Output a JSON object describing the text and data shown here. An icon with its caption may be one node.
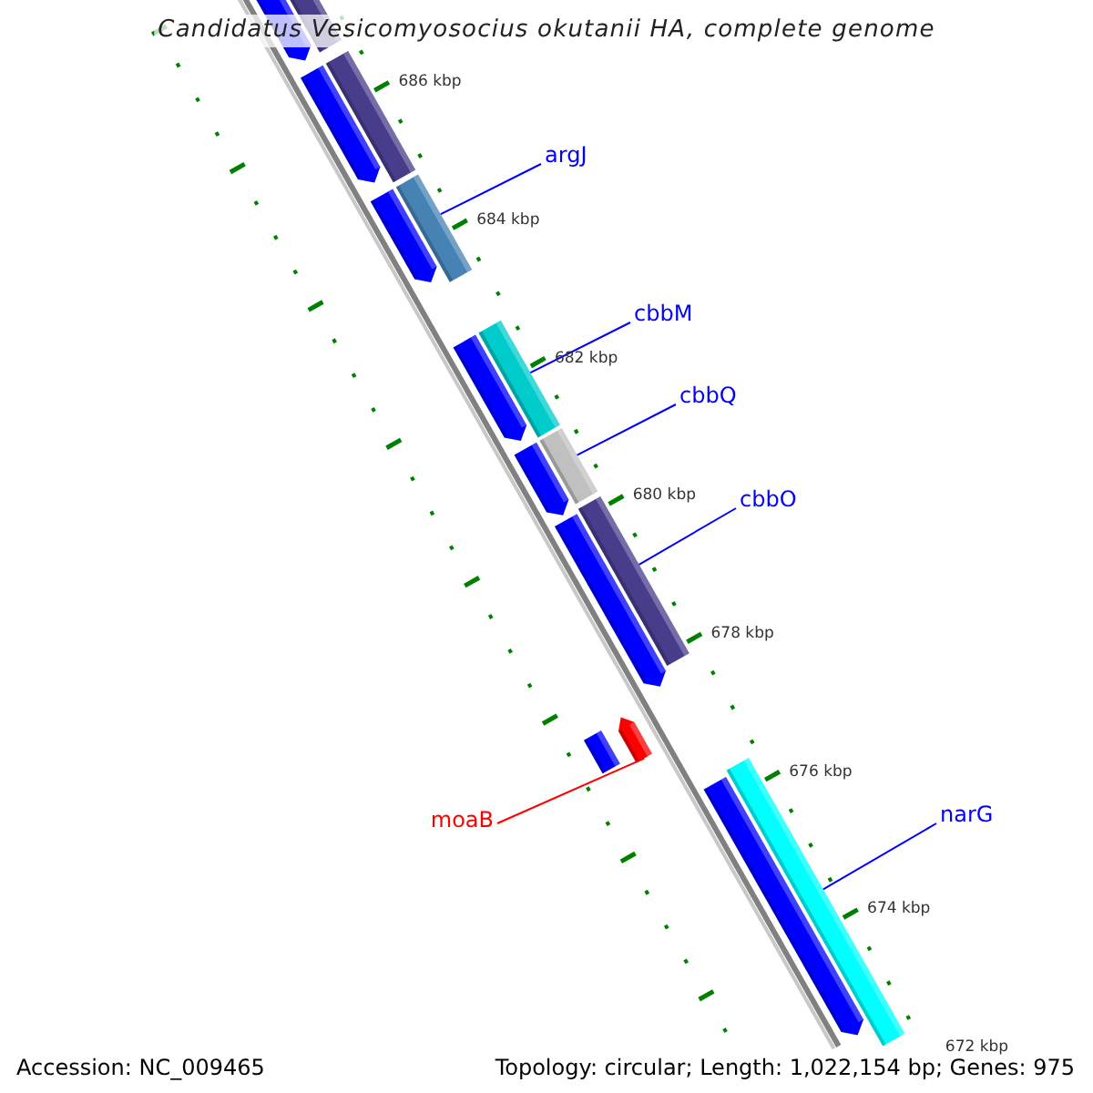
{
  "diagram": {
    "title": "Candidatus Vesicomyosocius okutanii HA, complete genome",
    "nodes": [
      {
        "text": [
          "argJ"
        ]
      },
      {
        "text": [],
        "shape": "bar"
      },
      {
        "text": [
          "cbbM"
        ]
      },
      {
        "text": [],
        "shape": "bar"
      },
      {
        "text": [
          "cbbQ"
        ]
      },
      {
        "text": [],
        "shape": "bar"
      },
      {
        "text": [
          "cbbO"
        ]
      },
      {
        "text": [],
        "shape": "bar"
      },
      {
        "text": [
          "moaB"
        ]
      },
      {
        "text": [],
        "shape": "bar"
      },
      {
        "text": [
          "narG"
        ]
      },
      {
        "text": [],
        "shape": "bar"
      }
    ],
    "edges": [
      {
        "from": 0,
        "to": 1,
        "arrow": "none"
      },
      {
        "from": 2,
        "to": 3,
        "arrow": "none"
      },
      {
        "from": 4,
        "to": 5,
        "arrow": "none"
      },
      {
        "from": 6,
        "to": 7,
        "arrow": "none"
      },
      {
        "from": 8,
        "to": 9,
        "arrow": "none",
        "color": "#ff0000"
      },
      {
        "from": 10,
        "to": 11,
        "arrow": "none"
      }
    ],
    "labels": [
      "686 kbp",
      "684 kbp",
      "682 kbp",
      "680 kbp",
      "678 kbp",
      "676 kbp",
      "674 kbp",
      "672 kbp",
      "Accession: NC_009465",
      "Topology: circular; Length: 1,022,154 bp; Genes: 975"
    ]
  }
}
